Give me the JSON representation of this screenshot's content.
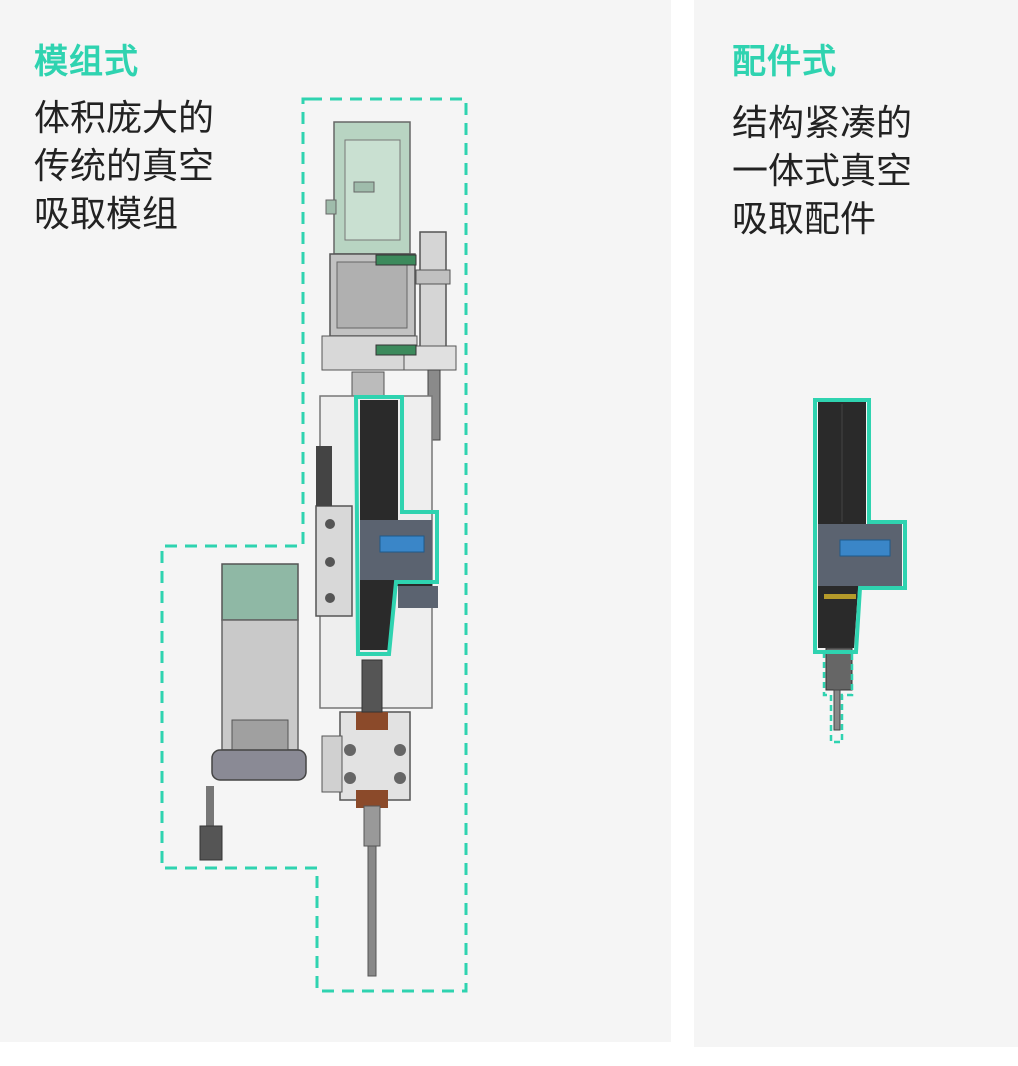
{
  "colors": {
    "accent": "#2fd3b0",
    "panel_bg": "#f5f5f5",
    "text": "#222222",
    "motor_green": "#b8d4c2",
    "tool_black": "#2a2a2a",
    "tool_gray": "#5b6370"
  },
  "left": {
    "heading": "模组式",
    "description": "体积庞大的\n传统的真空\n吸取模组"
  },
  "right": {
    "heading": "配件式",
    "description": "结构紧凑的\n一体式真空\n吸取配件"
  },
  "diagram": {
    "left_component": "traditional-vacuum-pickup-module",
    "right_component": "integrated-vacuum-pickup-accessory",
    "outline_style": "dashed",
    "highlight_style": "solid"
  }
}
